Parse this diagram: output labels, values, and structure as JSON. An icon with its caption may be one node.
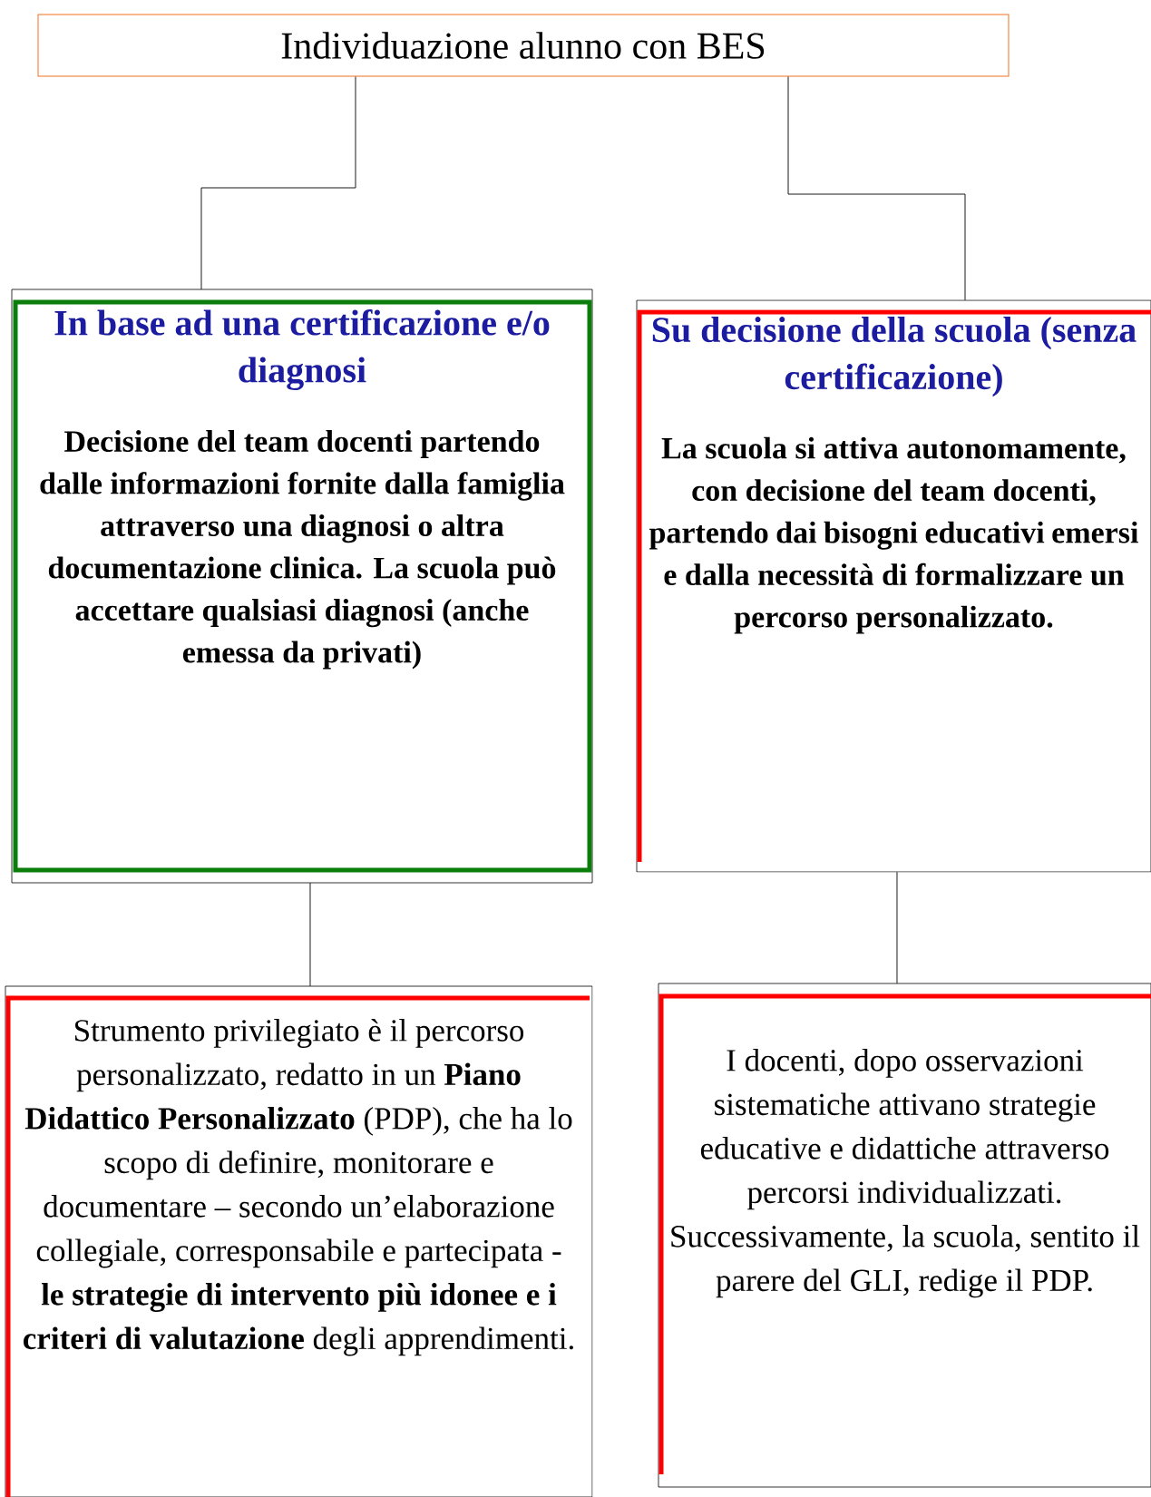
{
  "diagram": {
    "nodes": [
      {
        "text": [
          "Individuazione alunno con  BES"
        ]
      },
      {
        "text": [
          "In base ad una certificazione e/o diagnosi",
          "Decisione del team docenti partendo dalle informazioni fornite dalla famiglia attraverso una diagnosi o altra documentazione clinica. La scuola può accettare qualsiasi diagnosi (anche emessa da privati)"
        ]
      },
      {
        "text": [
          "Su decisione della scuola (senza certificazione)",
          "La scuola si attiva autonomamente, con decisione del team docenti, partendo dai bisogni educativi emersi e dalla necessità di formalizzare un percorso personalizzato."
        ]
      },
      {
        "text": [
          "Strumento privilegiato è il percorso personalizzato, redatto in un **Piano Didattico Personalizzato** (PDP), che ha lo scopo di definire, monitorare e documentare – secondo un’elaborazione collegiale, corresponsabile e partecipata - **le strategie di intervento più idonee e i criteri di valutazione** degli apprendimenti."
        ]
      },
      {
        "text": [
          "I docenti, dopo osservazioni sistematiche attivano strategie educative e didattiche attraverso percorsi individualizzati. Successivamente, la scuola, sentito il parere del GLI, redige il PDP."
        ]
      }
    ],
    "edges": [
      {
        "from": 0,
        "to": 1,
        "arrow": "none"
      },
      {
        "from": 0,
        "to": 2,
        "arrow": "none"
      },
      {
        "from": 1,
        "to": 3,
        "arrow": "none"
      },
      {
        "from": 2,
        "to": 4,
        "arrow": "none"
      }
    ]
  }
}
